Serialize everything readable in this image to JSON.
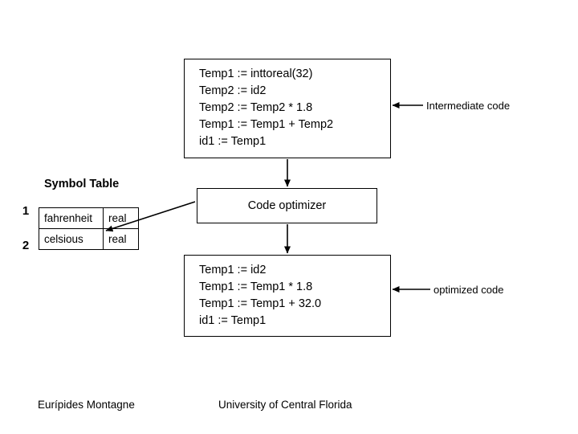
{
  "diagram": {
    "intermediate_code_box": {
      "lines": [
        "Temp1 := inttoreal(32)",
        "Temp2 := id2",
        "Temp2 := Temp2 * 1.8",
        "Temp1 := Temp1 + Temp2",
        "id1 := Temp1"
      ]
    },
    "intermediate_code_label": "Intermediate code",
    "optimizer_box_label": "Code optimizer",
    "optimized_code_box": {
      "lines": [
        "Temp1 := id2",
        "Temp1 := Temp1 * 1.8",
        "Temp1 := Temp1 + 32.0",
        "id1 := Temp1"
      ]
    },
    "optimized_code_label": "optimized code",
    "symbol_table": {
      "title": "Symbol Table",
      "rows": [
        {
          "index": "1",
          "name": "fahrenheit",
          "type": "real"
        },
        {
          "index": "2",
          "name": "celsious",
          "type": "real"
        }
      ]
    }
  },
  "footer": {
    "author": "Eurípides Montagne",
    "institution": "University of Central Florida"
  },
  "colors": {
    "stroke": "#000000",
    "background": "#ffffff"
  }
}
